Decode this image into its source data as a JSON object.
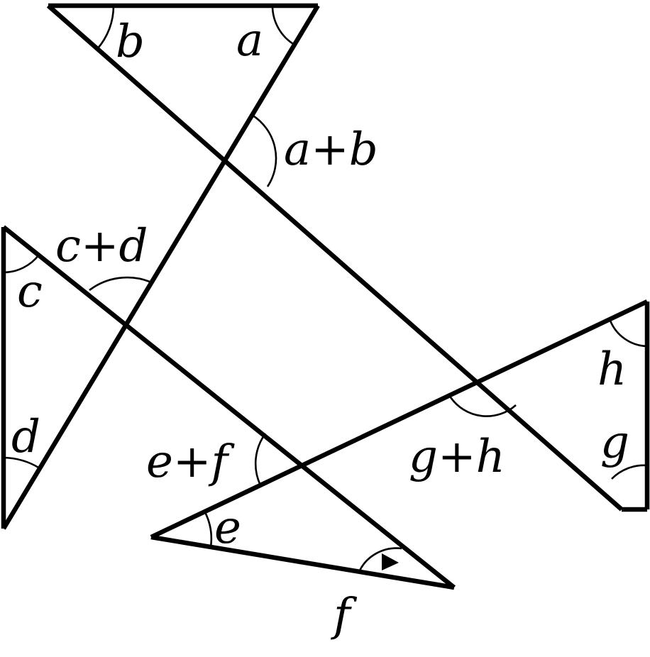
{
  "diagram": {
    "labels": {
      "a": "a",
      "b": "b",
      "a_plus_b": "a+b",
      "c": "c",
      "d": "d",
      "c_plus_d": "c+d",
      "e": "e",
      "f": "f",
      "e_plus_f": "e+f",
      "g": "g",
      "h": "h",
      "g_plus_h": "g+h"
    }
  }
}
